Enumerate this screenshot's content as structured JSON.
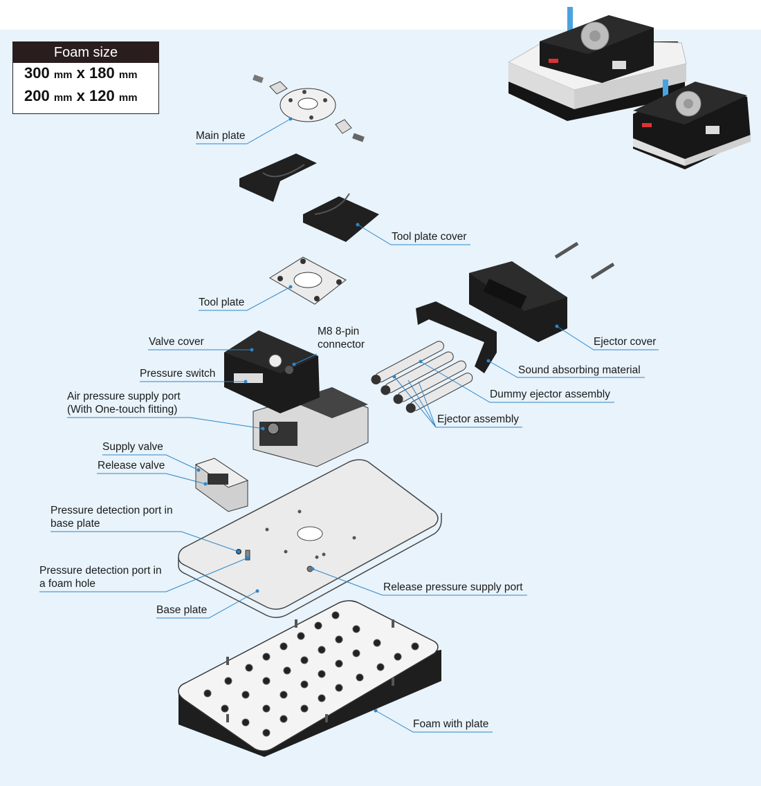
{
  "foam_size": {
    "title": "Foam size",
    "sizes": [
      {
        "a": "300",
        "b": "180",
        "unit": "mm",
        "x": "x"
      },
      {
        "a": "200",
        "b": "120",
        "unit": "mm",
        "x": "x"
      }
    ]
  },
  "labels": {
    "main_plate": "Main plate",
    "tool_plate_cover": "Tool plate cover",
    "tool_plate": "Tool plate",
    "valve_cover": "Valve cover",
    "m8_line1": "M8 8-pin",
    "m8_line2": "connector",
    "ejector_cover": "Ejector cover",
    "sound_absorbing": "Sound absorbing material",
    "pressure_switch": "Pressure switch",
    "air_supply_line1": "Air pressure supply port",
    "air_supply_line2": "(With One-touch fitting)",
    "dummy_ejector": "Dummy ejector assembly",
    "ejector_assembly": "Ejector assembly",
    "supply_valve": "Supply valve",
    "release_valve": "Release valve",
    "pd_base_line1": "Pressure detection port in",
    "pd_base_line2": "base plate",
    "pd_foam_line1": "Pressure detection port in",
    "pd_foam_line2": "a foam hole",
    "release_pressure": "Release pressure supply port",
    "base_plate": "Base plate",
    "foam_with_plate": "Foam with plate"
  },
  "colors": {
    "background": "#e8f3fb",
    "leader": "#2e86c8",
    "part_dark": "#1f1f1f",
    "part_light": "#e6e6e6",
    "tube": "#4aa3e0"
  }
}
